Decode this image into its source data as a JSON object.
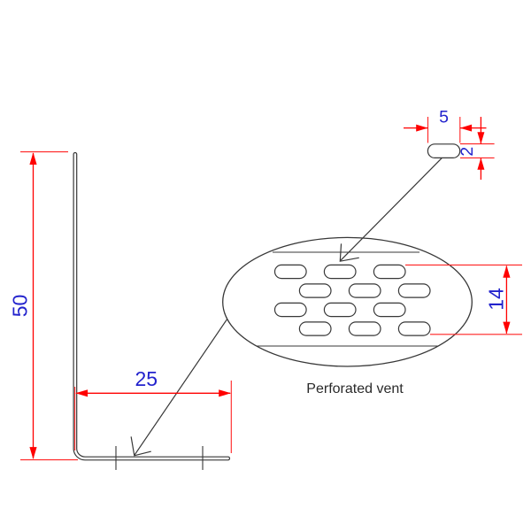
{
  "drawing": {
    "caption": "Perforated vent",
    "dimensions": {
      "bracket_height": "50",
      "base_width": "25",
      "slot_length": "5",
      "slot_thickness": "2",
      "vent_pattern_height": "14"
    },
    "colors": {
      "dimension_lines": "#ff0000",
      "dimension_text": "#2323cd",
      "outline": "#373737"
    }
  }
}
